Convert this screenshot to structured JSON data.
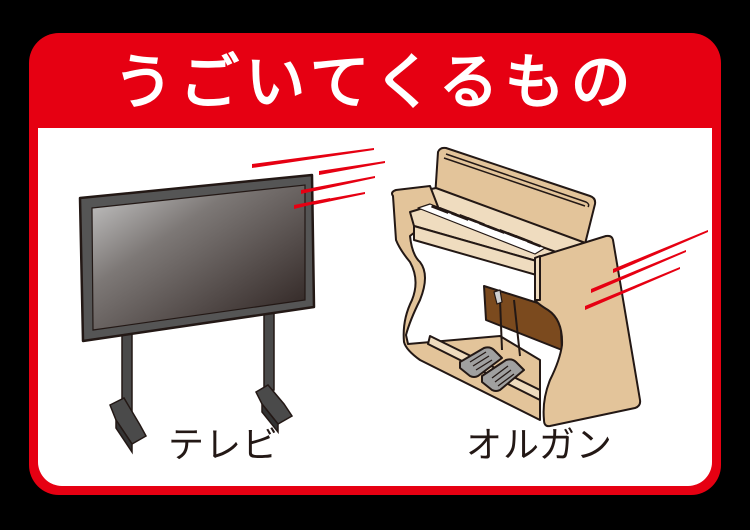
{
  "card": {
    "title": "うごいてくるもの",
    "border_color": "#e60012",
    "title_color": "#ffffff",
    "body_color": "#ffffff"
  },
  "items": [
    {
      "label": "テレビ",
      "icon": "tv-on-stand-icon",
      "motion_lines": 4
    },
    {
      "label": "オルガン",
      "icon": "organ-icon",
      "motion_lines": 3
    }
  ],
  "colors": {
    "accent_red": "#e60012",
    "text_dark": "#231815",
    "wood": "#e3c49a",
    "wood_light": "#efdcbf",
    "wood_dark": "#7b4a1e",
    "tv_frame": "#555555",
    "pedal": "#a0a0a0"
  }
}
